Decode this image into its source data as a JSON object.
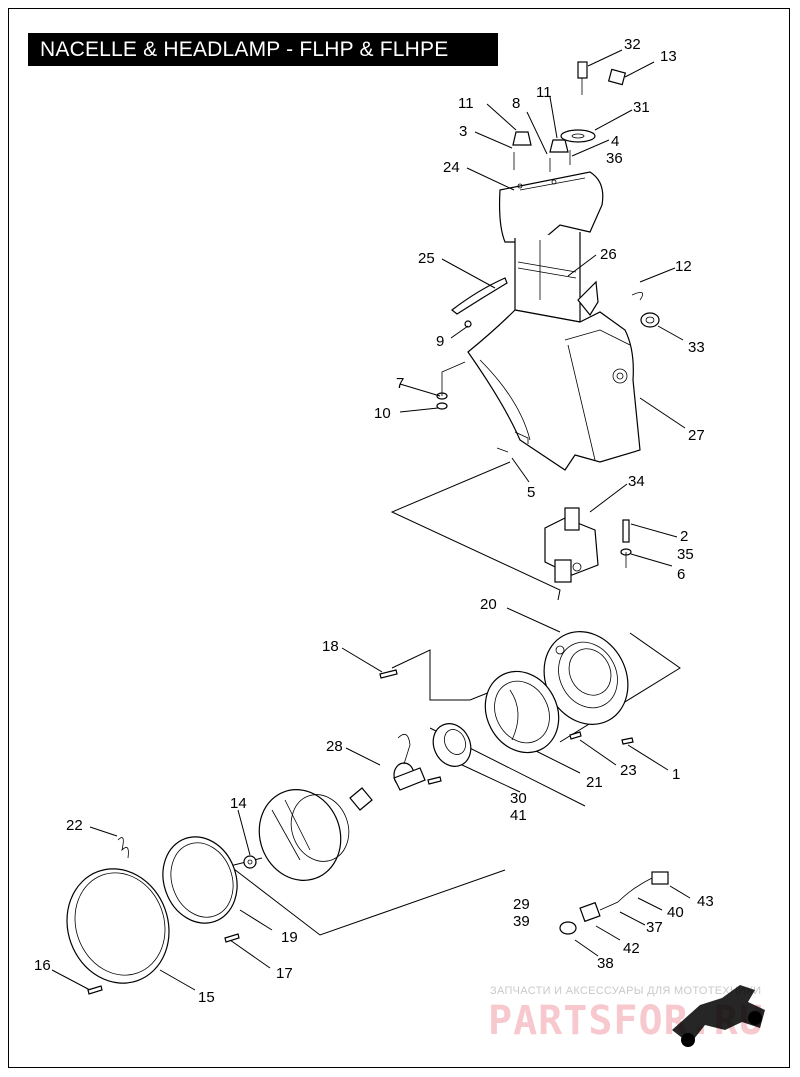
{
  "title": "NACELLE & HEADLAMP - FLHP & FLHPE",
  "callouts": [
    "32",
    "13",
    "11",
    "8",
    "11",
    "31",
    "3",
    "4",
    "36",
    "24",
    "26",
    "25",
    "12",
    "9",
    "33",
    "7",
    "10",
    "27",
    "5",
    "34",
    "2",
    "35",
    "6",
    "20",
    "18",
    "1",
    "23",
    "21",
    "28",
    "30",
    "41",
    "14",
    "22",
    "29",
    "39",
    "19",
    "17",
    "16",
    "15",
    "43",
    "40",
    "37",
    "42",
    "38"
  ],
  "watermark": {
    "line1": "ЗАПЧАСТИ И АКСЕССУАРЫ ДЛЯ МОТОТЕХНИКИ",
    "line2": "PARTSFOR.RU"
  },
  "colors": {
    "ink": "#000000",
    "title_bg": "#000000",
    "title_fg": "#ffffff",
    "watermark": "#f7c9cf"
  }
}
